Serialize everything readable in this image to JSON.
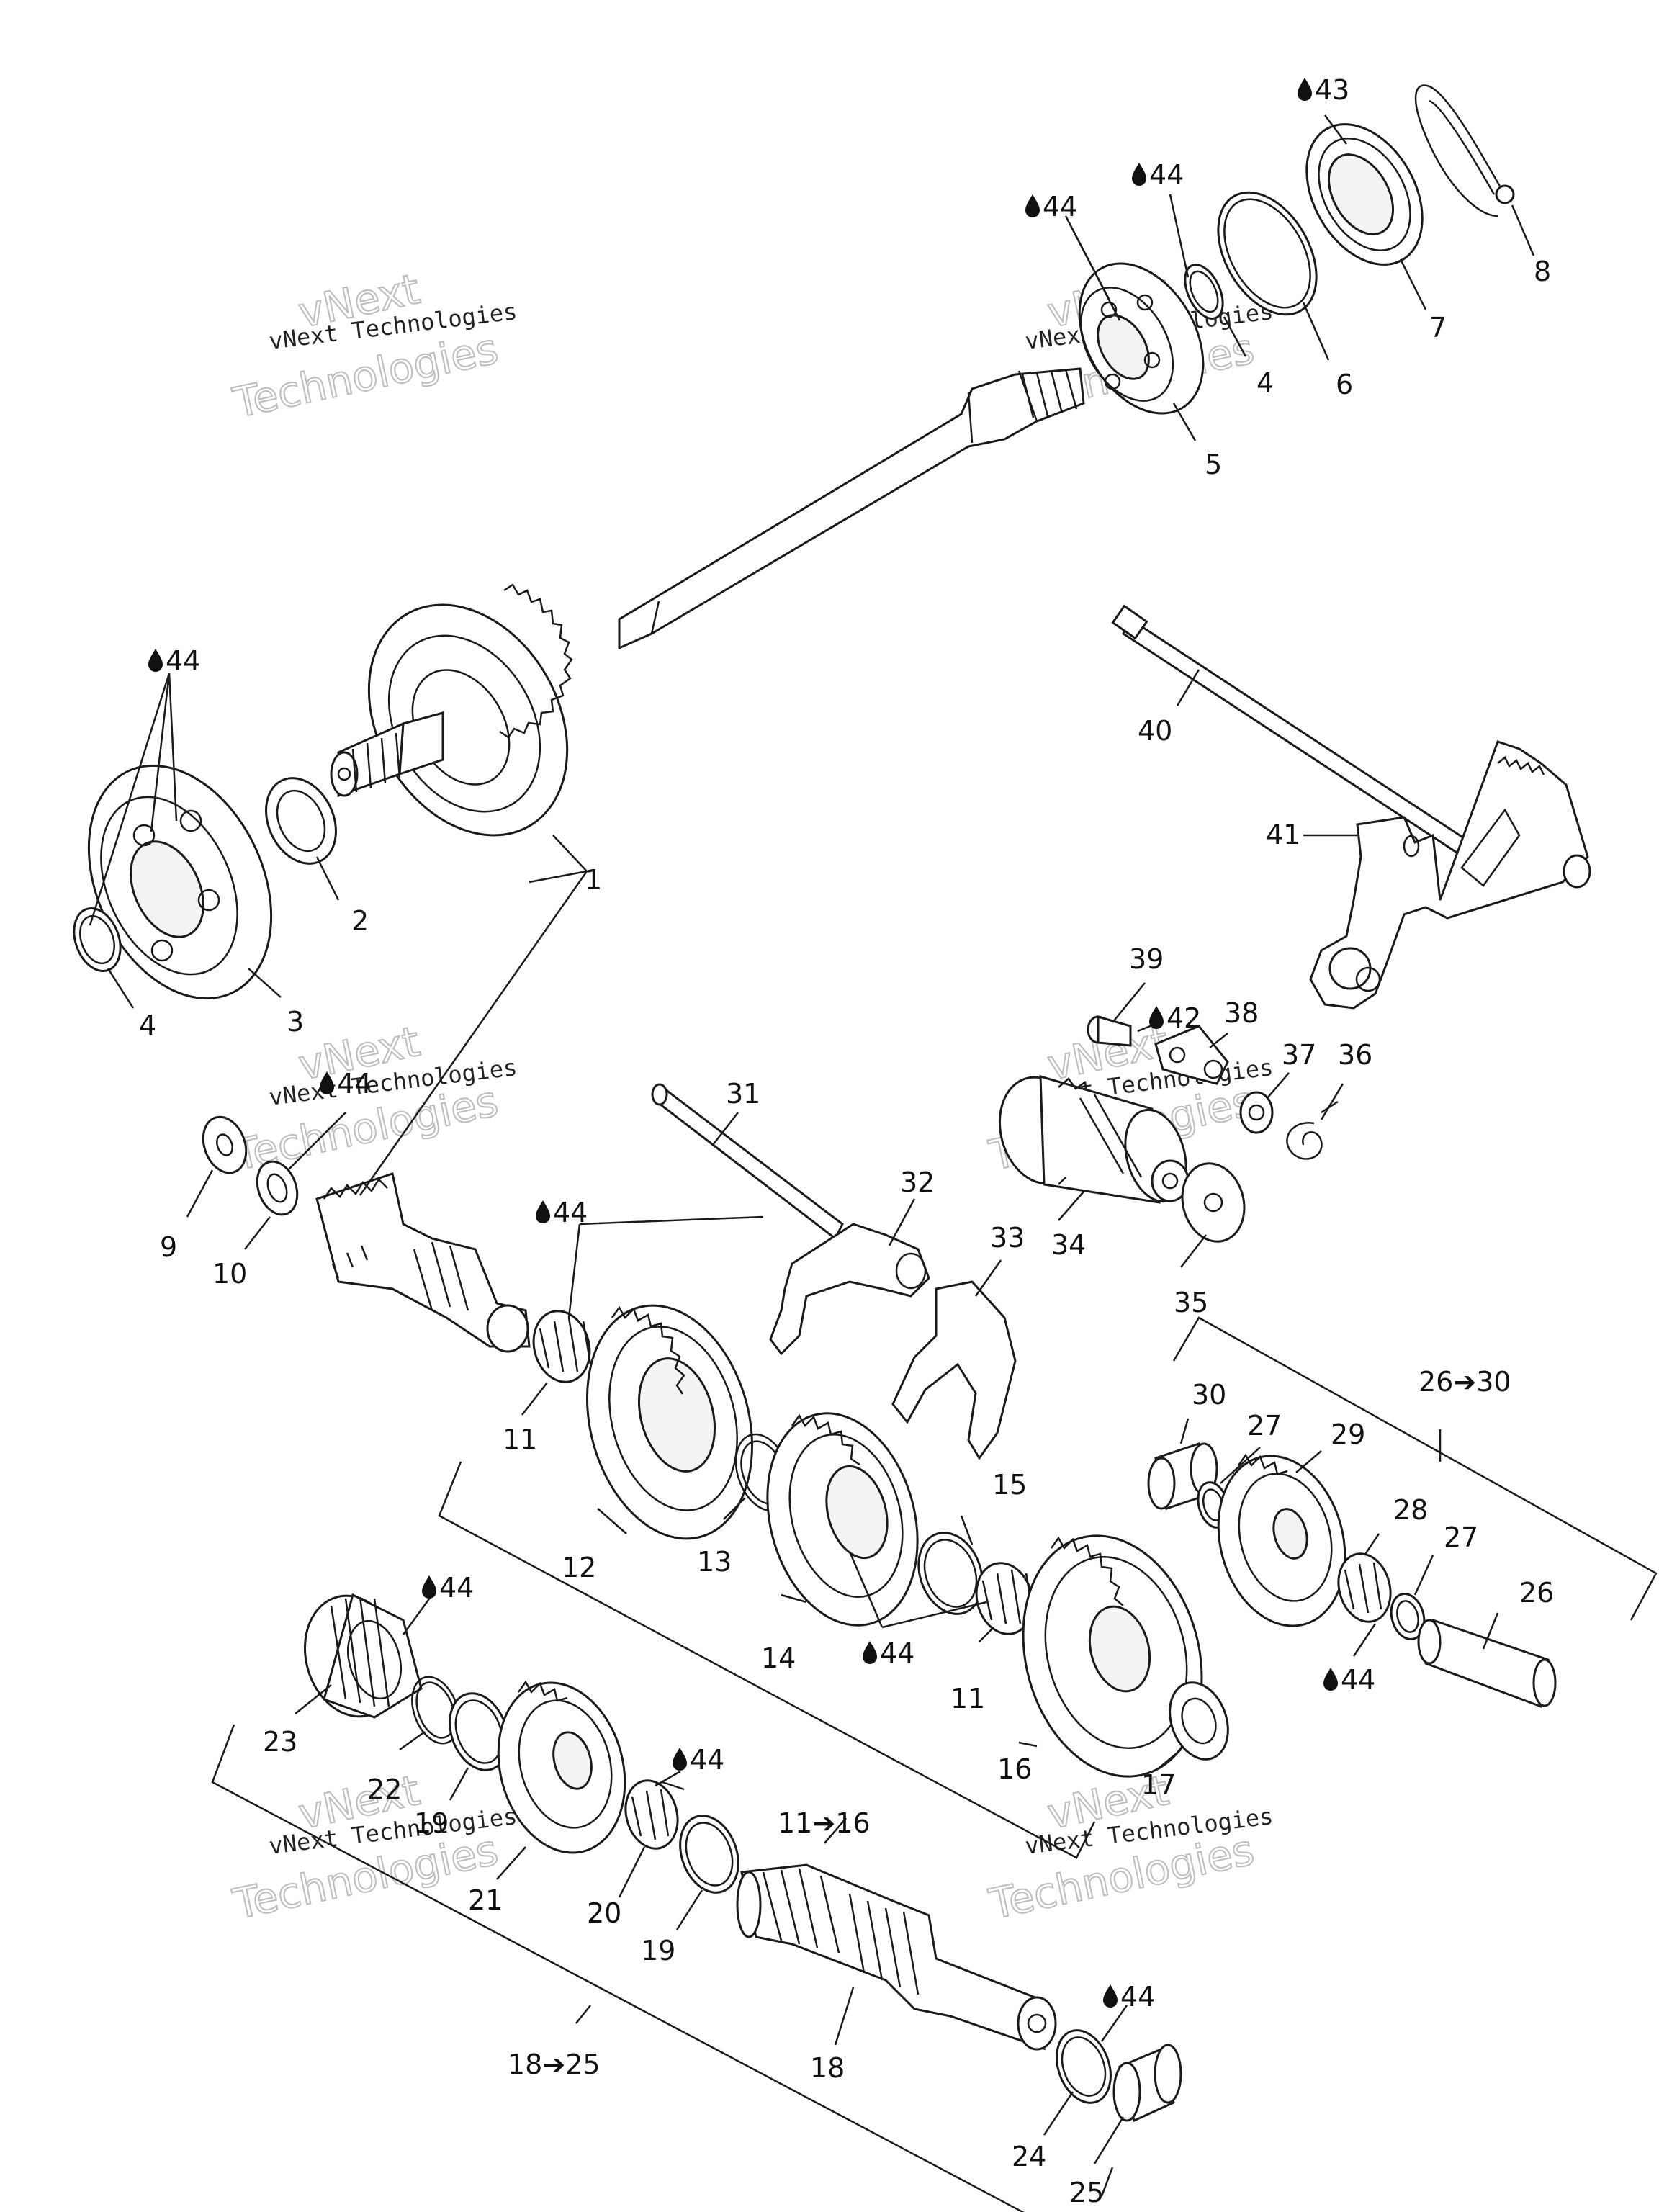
{
  "lubricant_marks": {
    "m43": "43",
    "m44": "44",
    "m42": "42"
  },
  "callouts": {
    "c1": "1",
    "c2": "2",
    "c3": "3",
    "c4a": "4",
    "c4b": "4",
    "c5": "5",
    "c6": "6",
    "c7": "7",
    "c8": "8",
    "c9": "9",
    "c10": "10",
    "c11a": "11",
    "c11b": "11",
    "c12": "12",
    "c13": "13",
    "c14": "14",
    "c15": "15",
    "c16": "16",
    "c17": "17",
    "c18": "18",
    "c19a": "19",
    "c19b": "19",
    "c20": "20",
    "c21": "21",
    "c22": "22",
    "c23": "23",
    "c24": "24",
    "c25": "25",
    "c26": "26",
    "c27a": "27",
    "c27b": "27",
    "c28": "28",
    "c29": "29",
    "c30": "30",
    "c31": "31",
    "c32": "32",
    "c33": "33",
    "c34": "34",
    "c35": "35",
    "c36": "36",
    "c37": "37",
    "c38": "38",
    "c39": "39",
    "c40": "40",
    "c41": "41"
  },
  "groups": {
    "g26_30": "26➔30",
    "g11_16": "11➔16",
    "g18_25": "18➔25"
  },
  "watermark": {
    "line1": "vNext",
    "line2": "vNext Technologies",
    "line3": "Technologies"
  },
  "colors": {
    "ink": "#1a1a1a",
    "watermark": "#bdbdbd"
  }
}
